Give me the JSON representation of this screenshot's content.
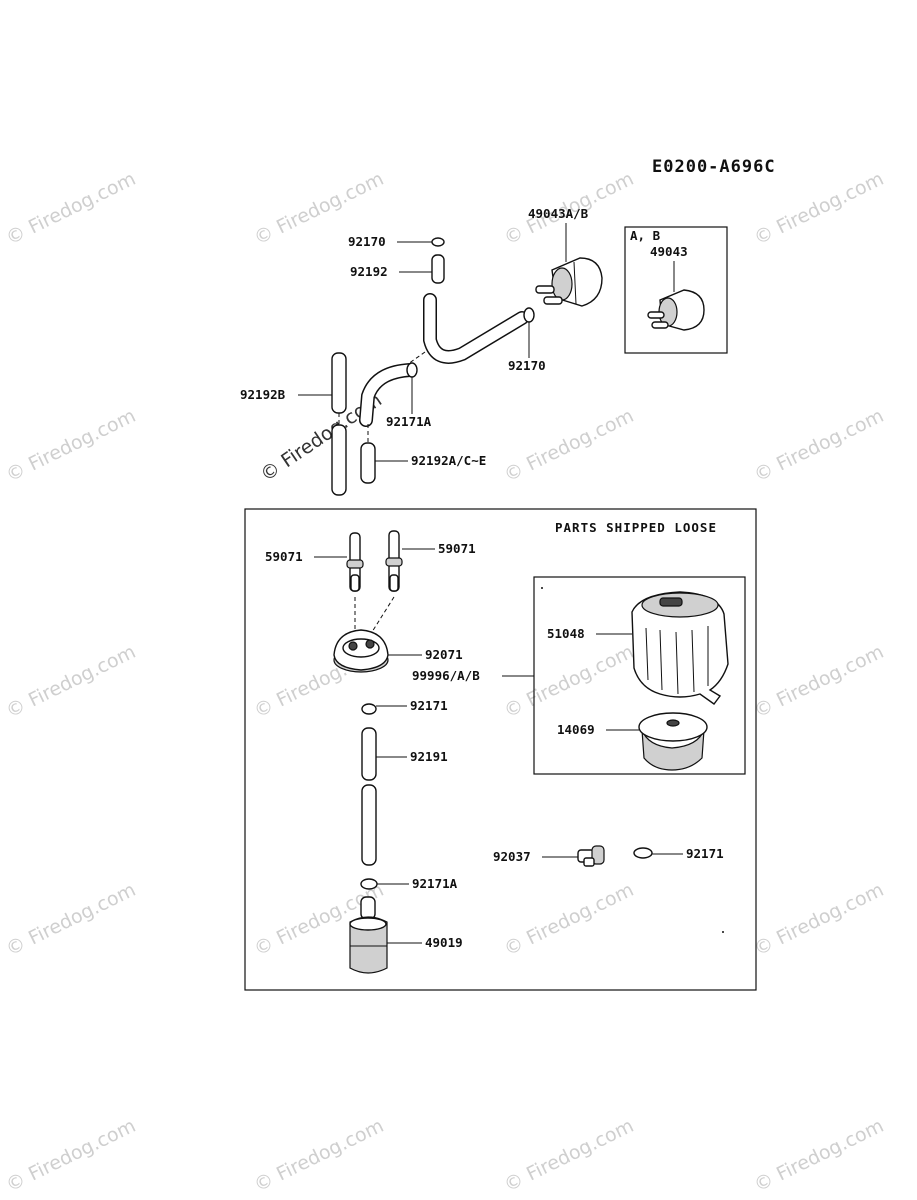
{
  "diagram": {
    "figure_code": "E0200-A696C",
    "watermark": "© Firedog.com",
    "inset_variant": {
      "label": "A, B",
      "part_number": "49043"
    },
    "loose_parts_heading": "PARTS SHIPPED LOOSE",
    "callouts": {
      "fuel_pump": "49043A/B",
      "clamp_top": "92170",
      "hose_short": "92192",
      "clamp_pump": "92170",
      "hose_long": "92192B",
      "clamp_mid": "92171A",
      "hose_variants": "92192A/C~E",
      "fitting_left": "59071",
      "fitting_right": "59071",
      "tank_grommet": "92071",
      "cap_assembly": "99996/A/B",
      "tank_cap": "51048",
      "cap_gasket": "14069",
      "clamp_upper": "92171",
      "hose_tank": "92191",
      "clamp_spare": "92171",
      "clamp_lower": "92171A",
      "hose_clip": "92037",
      "fuel_filter": "49019"
    }
  }
}
